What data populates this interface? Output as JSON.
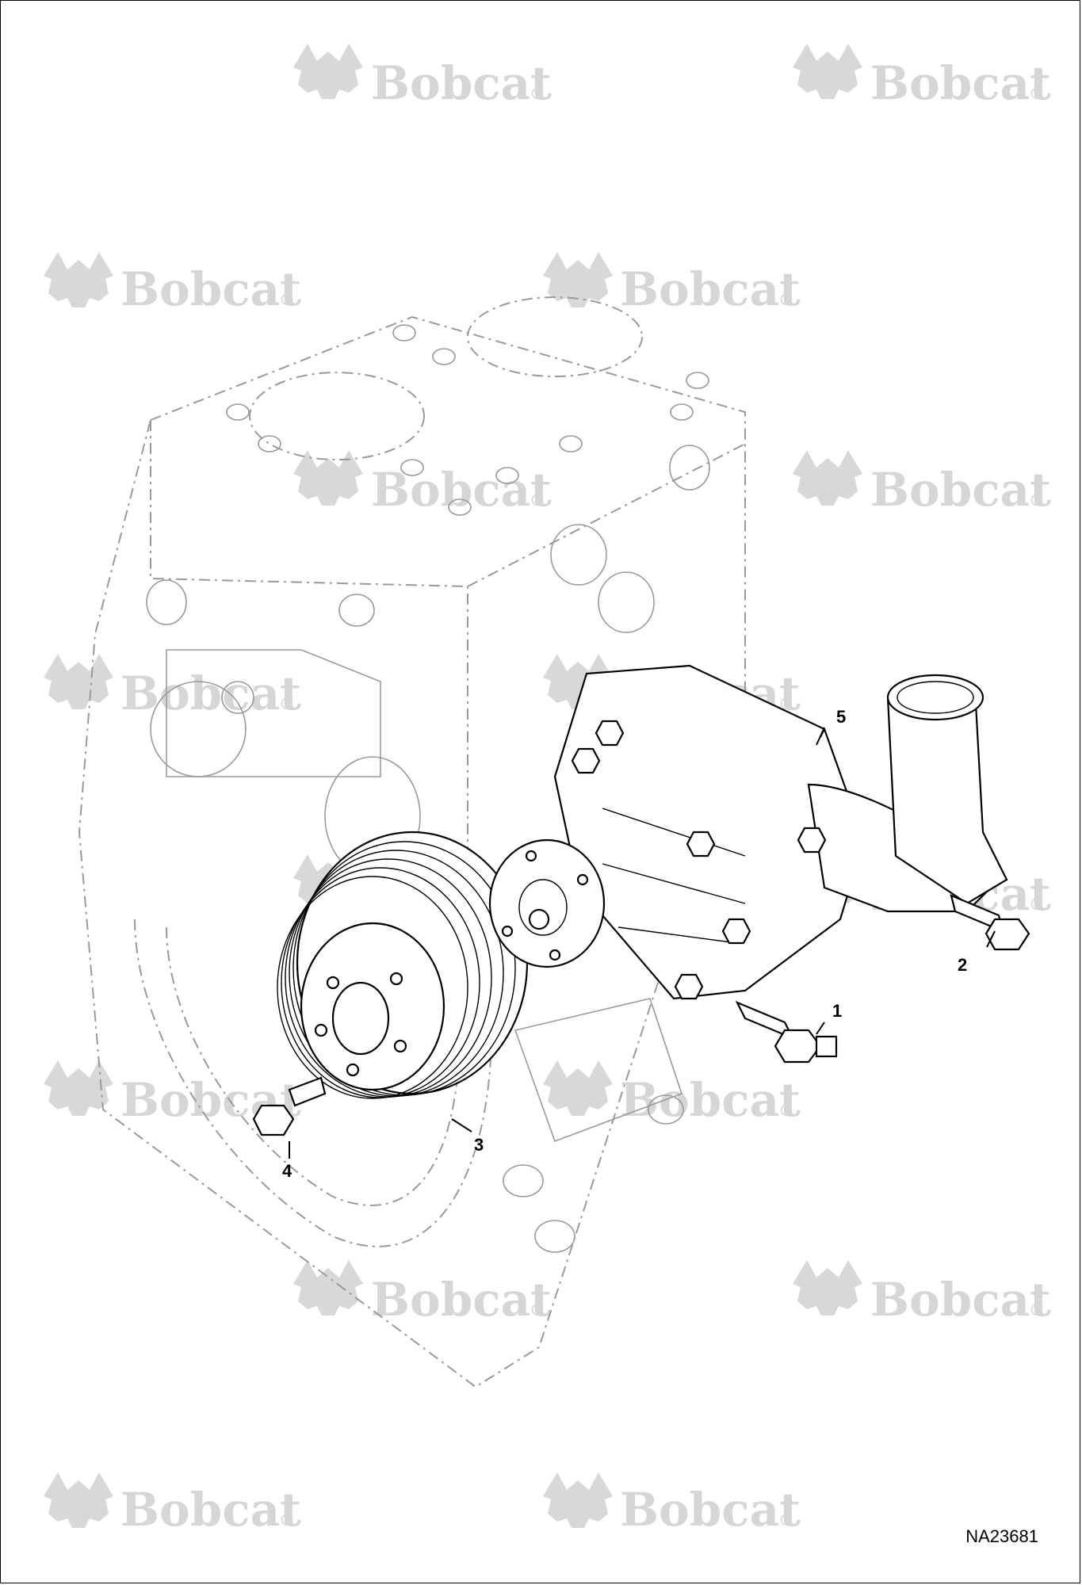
{
  "watermark": {
    "brand": "Bobcat",
    "mark": "®"
  },
  "callouts": [
    {
      "id": "1",
      "label": "1"
    },
    {
      "id": "2",
      "label": "2"
    },
    {
      "id": "3",
      "label": "3"
    },
    {
      "id": "4",
      "label": "4"
    },
    {
      "id": "5",
      "label": "5"
    }
  ],
  "reference_code": "NA23681",
  "icons": [
    "bobcat-logo-icon"
  ]
}
